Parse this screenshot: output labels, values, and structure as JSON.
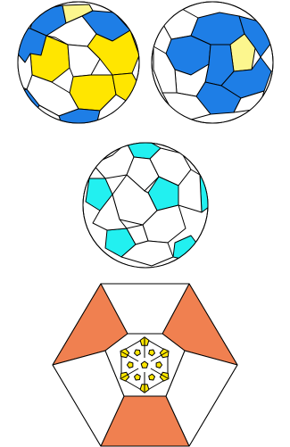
{
  "figure": {
    "panels": [
      {
        "id": "ball-hexagon-faces",
        "description_visible": false
      },
      {
        "id": "ball-pentagon-faces",
        "description_visible": false
      },
      {
        "id": "ball-cyan-pentagons",
        "description_visible": false
      },
      {
        "id": "schlegel-diagram",
        "description_visible": false
      }
    ]
  },
  "colors": {
    "outline": "#000000",
    "white": "#ffffff",
    "blue": "#1e7ee6",
    "yellow": "#ffe600",
    "pale_yellow": "#fcf68e",
    "cyan": "#22f0f0",
    "orange": "#f08050"
  }
}
